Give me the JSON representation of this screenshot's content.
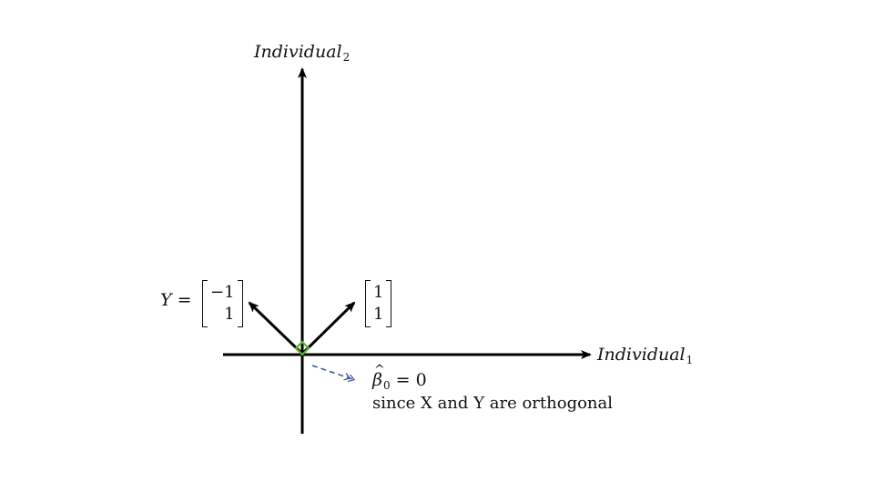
{
  "axes": {
    "x_label_main": "Individual",
    "x_label_sub": "1",
    "y_label_main": "Individual",
    "y_label_sub": "2"
  },
  "vector_y": {
    "name": "Y",
    "equals": "=",
    "components": [
      "−1",
      "1"
    ]
  },
  "vector_x": {
    "components": [
      "1",
      "1"
    ]
  },
  "annotation": {
    "beta_symbol": "β",
    "beta_subscript": "0",
    "beta_rest": "= 0",
    "text": "since X and Y are orthogonal"
  },
  "colors": {
    "axes": "#000000",
    "right_angle": "#5cb82e",
    "annotation_arrow": "#3a4f9a"
  }
}
